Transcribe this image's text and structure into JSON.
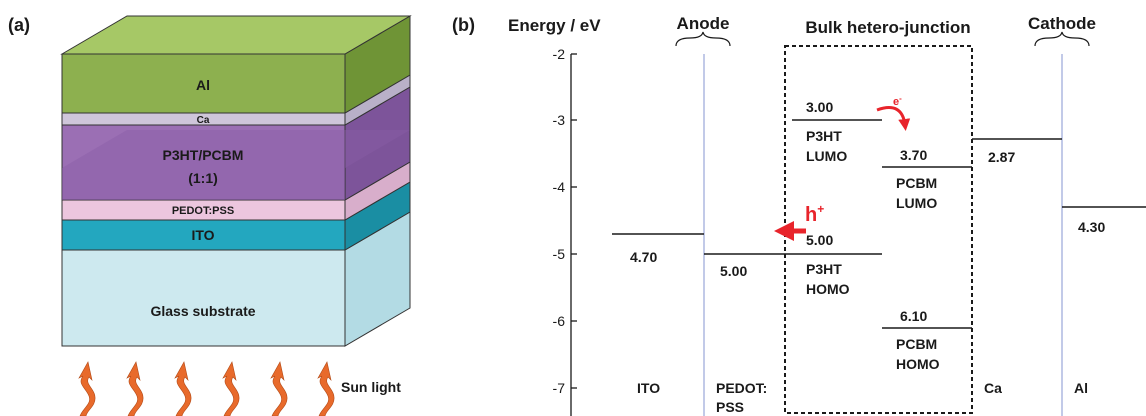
{
  "panel_a": {
    "label": "(a)",
    "layers": {
      "al": "Al",
      "ca": "Ca",
      "active": "P3HT/PCBM",
      "ratio": "(1:1)",
      "pedot": "PEDOT:PSS",
      "ito": "ITO",
      "glass": "Glass substrate"
    },
    "sunlight": "Sun light",
    "colors": {
      "al": "#8db04f",
      "ca": "#cfc6da",
      "active": "#9b6fb4",
      "pedot": "#ecc6de",
      "ito": "#23a7bf",
      "glass": "#cde9ef",
      "arrow": "#e86a2b"
    }
  },
  "panel_b": {
    "label": "(b)",
    "ylabel": "Energy / eV",
    "ticks": [
      "-2",
      "-3",
      "-4",
      "-5",
      "-6",
      "-7"
    ],
    "header_anode": "Anode",
    "header_bhj": "Bulk hetero-junction",
    "header_cathode": "Cathode",
    "electron": "e",
    "electron_sup": "-",
    "hole": "h",
    "hole_sup": "+",
    "levels": [
      {
        "value": "4.70"
      },
      {
        "value": "5.00"
      },
      {
        "value": "3.00",
        "line1": "P3HT",
        "line2": "LUMO"
      },
      {
        "value": "5.00",
        "line1": "P3HT",
        "line2": "HOMO"
      },
      {
        "value": "3.70",
        "line1": "PCBM",
        "line2": "LUMO"
      },
      {
        "value": "6.10",
        "line1": "PCBM",
        "line2": "HOMO"
      },
      {
        "value": "2.87"
      },
      {
        "value": "4.30"
      }
    ],
    "materials": {
      "ito": "ITO",
      "pedot1": "PEDOT:",
      "pedot2": "PSS",
      "ca": "Ca",
      "al": "Al"
    },
    "colors": {
      "arrow": "#e8242b",
      "divider": "#9aa6d8"
    }
  }
}
